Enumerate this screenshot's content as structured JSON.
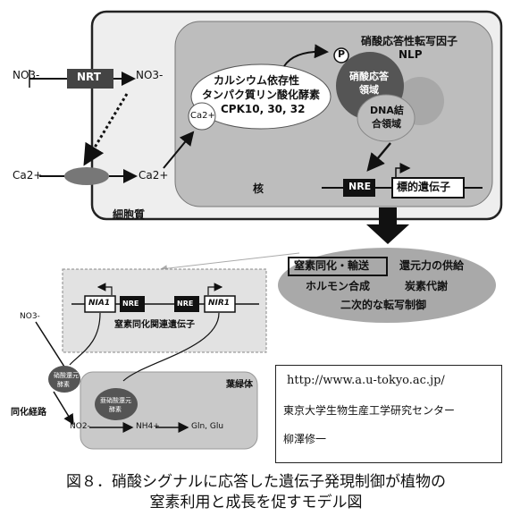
{
  "cell": {
    "cell_wall_label": "細胞質",
    "nucleus_label": "核"
  },
  "nitrate": {
    "no3_out": "NO3-",
    "nrt_label": "NRT",
    "no3_in": "NO3-"
  },
  "calcium": {
    "ca_out": "Ca2+",
    "ca_in": "Ca2+",
    "ca_nucleus": "Ca2+"
  },
  "cpk": {
    "line1": "カルシウム依存性",
    "line2": "タンパク質リン酸化酵素",
    "line3": "CPK10, 30, 32"
  },
  "nlp": {
    "title_line1": "硝酸応答性転写因子",
    "title_line2": "NLP",
    "p_label": "P",
    "domain1_line1": "硝酸応答",
    "domain1_line2": "領域",
    "domain2_line1": "DNA結",
    "domain2_line2": "合領域"
  },
  "promoter": {
    "nre_label": "NRE",
    "target_gene": "標的遺伝子"
  },
  "outputs": {
    "boxed": "窒素同化・輸送",
    "item2": "還元力の供給",
    "item3": "ホルモン合成",
    "item4": "炭素代謝",
    "item5": "二次的な転写制御"
  },
  "detail": {
    "nia1": "NIA1",
    "nre1": "NRE",
    "nre2": "NRE",
    "nir1": "NIR1",
    "genes_label": "窒素同化関連遺伝子",
    "no3": "NO3-",
    "pathway_label": "同化経路",
    "nitrate_reductase_line1": "硝酸還元",
    "nitrate_reductase_line2": "酵素",
    "nitrite_reductase_line1": "亜硝酸還元",
    "nitrite_reductase_line2": "酵素",
    "chloroplast_label": "葉緑体",
    "no2": "NO2-",
    "nh4": "NH4+",
    "gln_glu": "Gln, Glu"
  },
  "reference": {
    "url": "http://www.a.u-tokyo.ac.jp/",
    "institution": "東京大学生物生産工学研究センター",
    "author": "柳澤修一"
  },
  "caption": {
    "line1": "図８．硝酸シグナルに応答した遺伝子発現制御が植物の",
    "line2": "窒素利用と成長を促すモデル図"
  },
  "colors": {
    "cell_bg": "#eeeeee",
    "nucleus_bg": "#bdbdbd",
    "dark_domain": "#555555",
    "light_domain": "#a8a8a8",
    "output_ellipse": "#a9a9a9"
  }
}
